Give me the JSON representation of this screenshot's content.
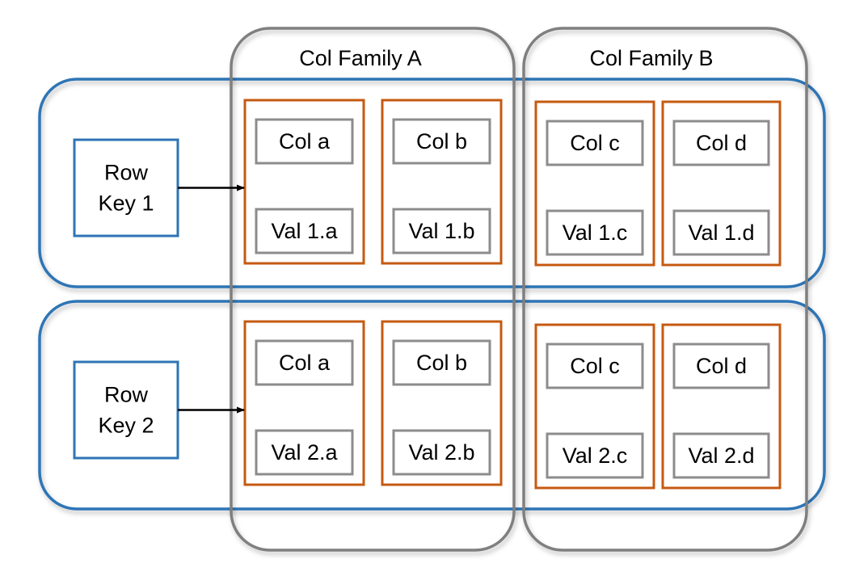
{
  "colors": {
    "row_border": "#2E74B5",
    "family_border": "#7F7F7F",
    "cell_border": "#C55A11",
    "inner_box_border": "#8C8C8C",
    "row_key_border": "#2E74B5",
    "arrow": "#000000"
  },
  "families": [
    {
      "label": "Col Family A"
    },
    {
      "label": "Col Family B"
    }
  ],
  "rows": [
    {
      "key_line1": "Row",
      "key_line2": "Key 1",
      "cells": [
        {
          "col": "Col a",
          "val": "Val 1.a"
        },
        {
          "col": "Col b",
          "val": "Val 1.b"
        },
        {
          "col": "Col c",
          "val": "Val 1.c"
        },
        {
          "col": "Col d",
          "val": "Val 1.d"
        }
      ]
    },
    {
      "key_line1": "Row",
      "key_line2": "Key 2",
      "cells": [
        {
          "col": "Col a",
          "val": "Val 2.a"
        },
        {
          "col": "Col b",
          "val": "Val 2.b"
        },
        {
          "col": "Col c",
          "val": "Val 2.c"
        },
        {
          "col": "Col d",
          "val": "Val 2.d"
        }
      ]
    }
  ]
}
